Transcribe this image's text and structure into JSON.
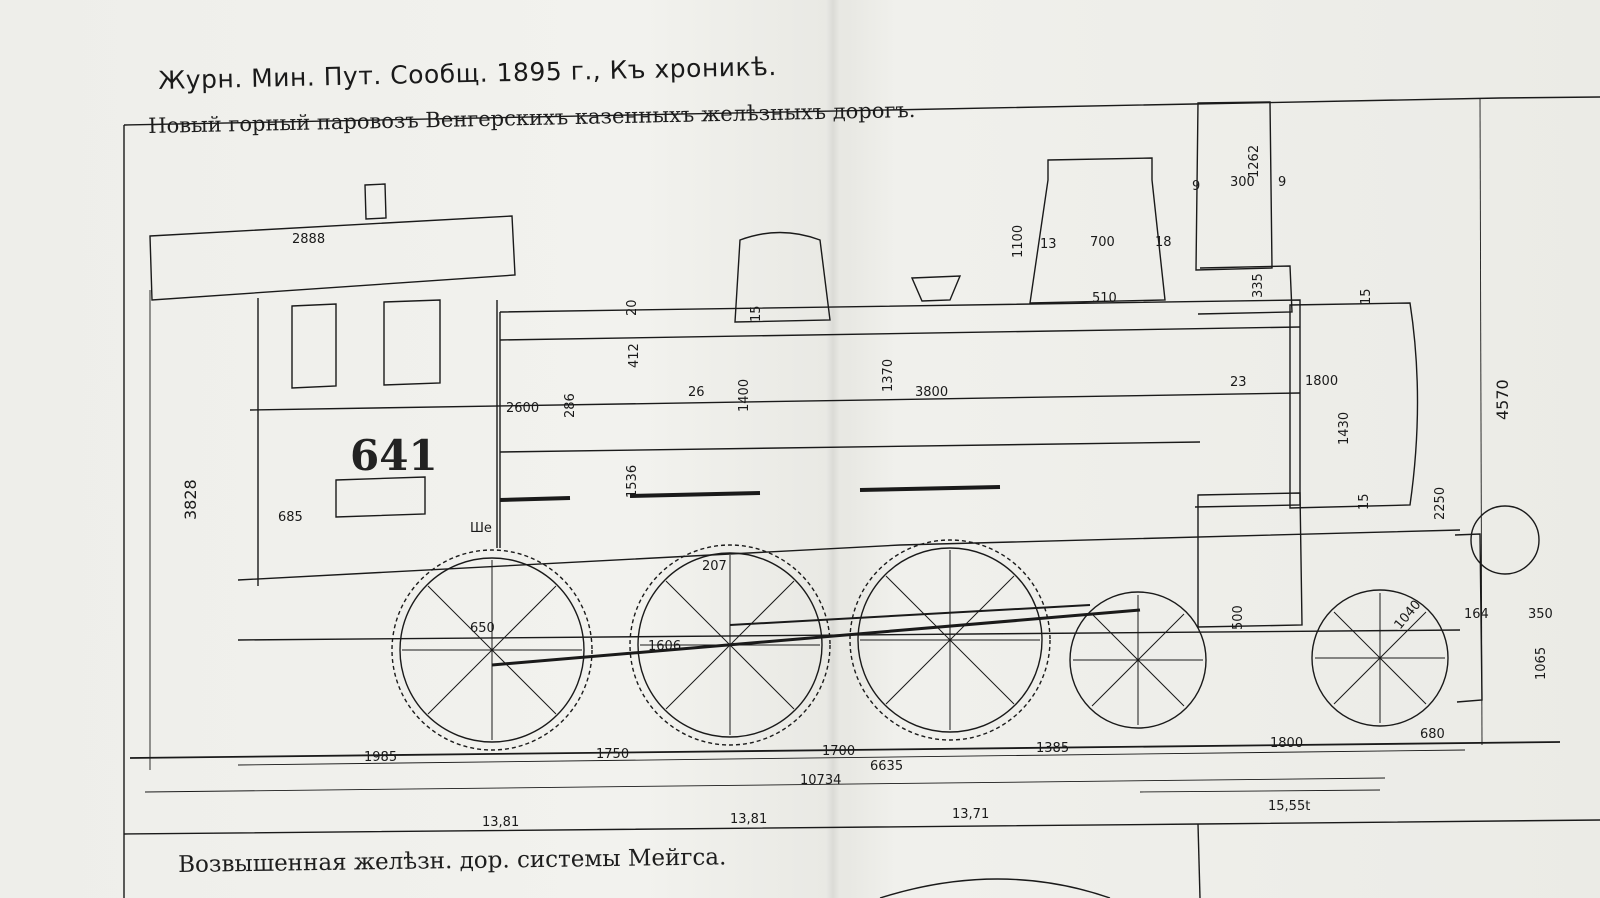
{
  "header": {
    "journal": "Журн. Мин. Пут. Сообщ. 1895 г., Къ хроникѣ."
  },
  "figure": {
    "title": "Новый горный паровозъ Венгерскихъ казенныхъ желѣзныхъ дорогъ.",
    "engine_number": "641",
    "dimensions": {
      "cab_roof": "2888",
      "height_cab": "3828",
      "total_height": "4570",
      "boiler_axis": "2250",
      "buffer_height": "1065",
      "firebox_len": "1800",
      "boiler_len": "3800",
      "boiler_dia": "1430",
      "dome_h": "1100",
      "dome_w": "700",
      "dome_base": "510",
      "chimney_h": "1262",
      "chimney_w": "300",
      "chimney_mid": "335",
      "chimney_side_l": "9",
      "chimney_side_r": "9",
      "dome_side_l": "13",
      "dome_side_r": "18",
      "steam_dome_h": "1400",
      "sand_h": "1370",
      "cab_side": "685",
      "wheel_dia": "650",
      "driver_dia": "1606",
      "bogie_dia": "1040",
      "cyl_dia": "500",
      "small_2600": "2600",
      "small_286": "286",
      "small_412": "412",
      "small_1536": "1536",
      "small_207": "207",
      "small_26": "26",
      "small_15a": "15",
      "small_15b": "15",
      "small_15c": "15",
      "small_23": "23",
      "small_20": "20",
      "small_164": "164",
      "small_350": "350",
      "plate_We": "Ше",
      "base_1985": "1985",
      "base_1750": "1750",
      "base_1700": "1700",
      "base_1385": "1385",
      "base_1800": "1800",
      "base_680": "680",
      "base_6635": "6635",
      "base_10734": "10734",
      "load_1": "13,81",
      "load_2": "13,81",
      "load_3": "13,71",
      "load_4": "15,55t"
    }
  },
  "footer": {
    "next_title": "Возвышенная желѣзн. дор. системы Мейгса."
  }
}
